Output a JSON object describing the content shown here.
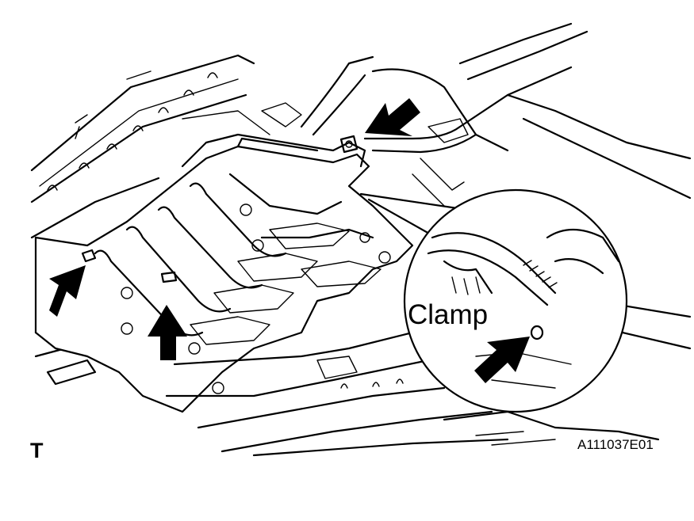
{
  "labels": {
    "clamp": "Clamp",
    "view_code": "T",
    "figure_id": "A111037E01"
  },
  "icons": [
    "arrow-icon"
  ],
  "colors": {
    "line": "#000000",
    "background": "#ffffff"
  }
}
